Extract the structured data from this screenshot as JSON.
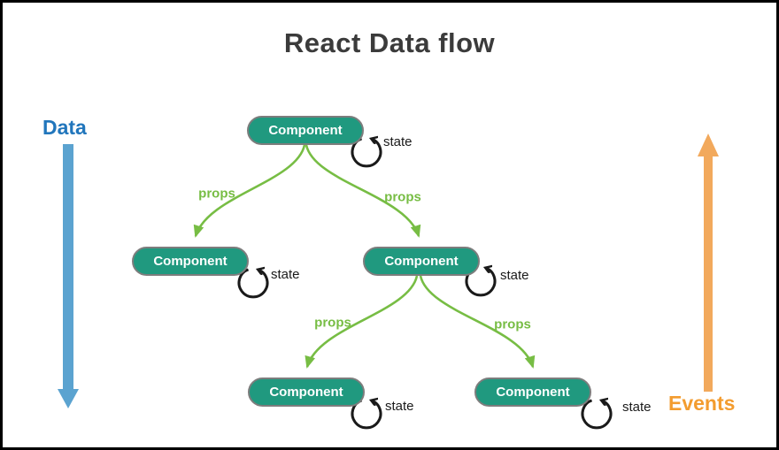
{
  "title": "React Data flow",
  "flow_arrows": {
    "data": {
      "label": "Data",
      "direction": "down",
      "color": "#5ba3d0",
      "label_color": "#2176bc"
    },
    "events": {
      "label": "Events",
      "direction": "up",
      "color": "#f2a95c",
      "label_color": "#f39c2f"
    }
  },
  "nodes": [
    {
      "id": "root",
      "label": "Component",
      "state_label": "state"
    },
    {
      "id": "child-left",
      "label": "Component",
      "state_label": "state"
    },
    {
      "id": "child-right",
      "label": "Component",
      "state_label": "state"
    },
    {
      "id": "grandchild-left",
      "label": "Component",
      "state_label": "state"
    },
    {
      "id": "grandchild-right",
      "label": "Component",
      "state_label": "state"
    }
  ],
  "edges": [
    {
      "from": "root",
      "to": "child-left",
      "label": "props"
    },
    {
      "from": "root",
      "to": "child-right",
      "label": "props"
    },
    {
      "from": "child-right",
      "to": "grandchild-left",
      "label": "props"
    },
    {
      "from": "child-right",
      "to": "grandchild-right",
      "label": "props"
    }
  ],
  "colors": {
    "node_fill": "#20997f",
    "node_border": "#7d7d7d",
    "node_text": "#ffffff",
    "props_green": "#77bd44",
    "state_black": "#1a1a1a",
    "title_color": "#3b3b3b",
    "background": "#ffffff",
    "frame_border": "#000000"
  }
}
